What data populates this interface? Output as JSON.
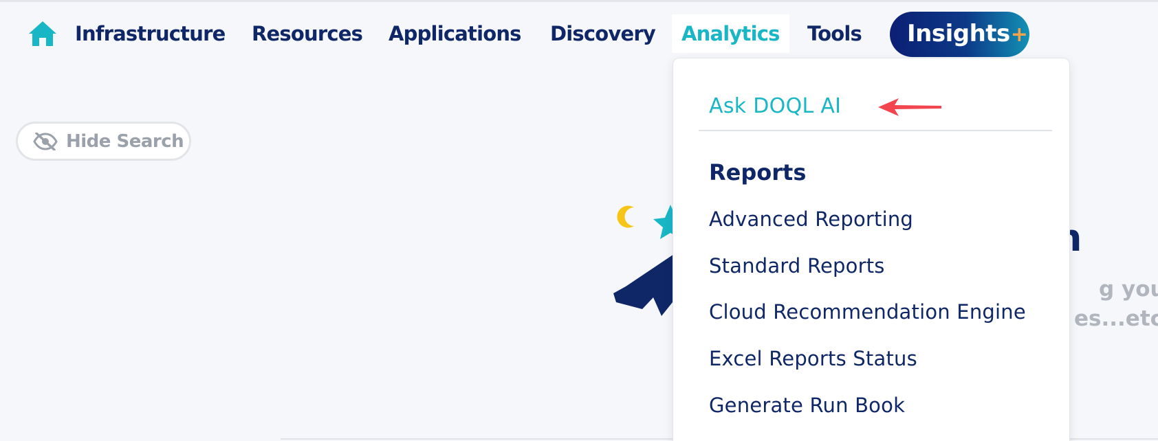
{
  "nav": {
    "home_icon": "home-icon",
    "items": [
      {
        "label": "Infrastructure"
      },
      {
        "label": "Resources"
      },
      {
        "label": "Applications"
      },
      {
        "label": "Discovery"
      },
      {
        "label": "Analytics",
        "active": true
      },
      {
        "label": "Tools"
      }
    ],
    "insights": {
      "label": "Insights",
      "plus": "+"
    }
  },
  "search_toggle": {
    "label": "Hide Search",
    "icon": "eye-slash-icon"
  },
  "background": {
    "title_fragment": "n",
    "desc_line1_fragment": "g you",
    "desc_line2_fragment": "es...etc"
  },
  "analytics_menu": {
    "ai_item": "Ask DOQL AI",
    "section_title": "Reports",
    "items": [
      "Advanced Reporting",
      "Standard Reports",
      "Cloud Recommendation Engine",
      "Excel Reports Status",
      "Generate Run Book"
    ]
  },
  "colors": {
    "navy": "#0f2766",
    "accent_teal": "#19b6c6",
    "annotation_arrow": "#f2454f",
    "insights_plus": "#f5a34a",
    "muted_text": "#9aa1ab"
  }
}
